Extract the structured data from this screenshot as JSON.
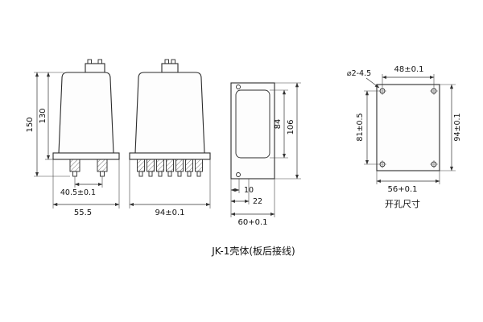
{
  "caption": "JK-1壳体(板后接线)",
  "side_view": {
    "dim_total_height": "150",
    "dim_body_height": "130",
    "dim_stud_spacing": "40.5±0.1",
    "dim_total_width": "55.5"
  },
  "front_view": {
    "dim_width": "94±0.1"
  },
  "section_view": {
    "dim_inner_height": "84",
    "dim_outer_height": "106",
    "dim_offset_small": "10",
    "dim_offset_large": "22",
    "dim_width": "60+0.1"
  },
  "cutout_view": {
    "label": "开孔尺寸",
    "dim_hole": "⌀2-4.5",
    "dim_hole_spacing_x": "48±0.1",
    "dim_hole_spacing_y": "81±0.5",
    "dim_height": "94±0.1",
    "dim_width": "56+0.1"
  }
}
